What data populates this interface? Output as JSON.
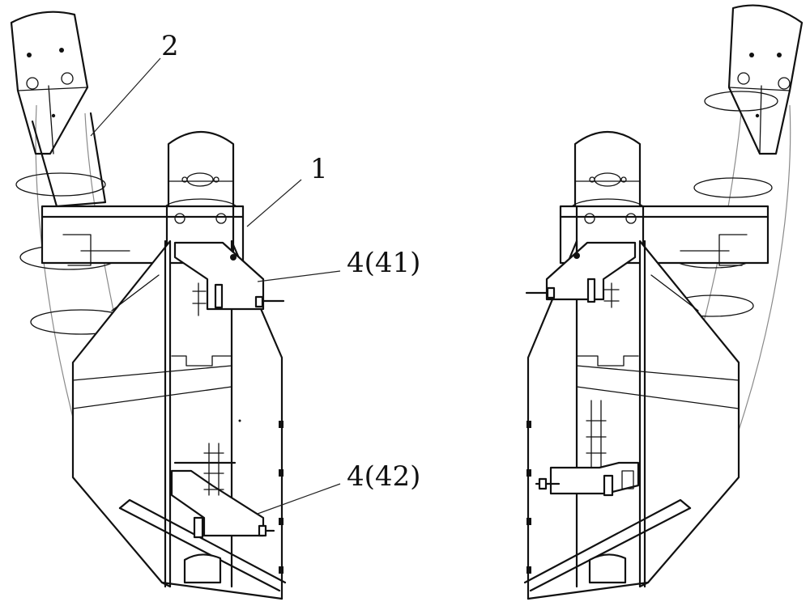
{
  "labels": {
    "label_1": "1",
    "label_2": "2",
    "label_41": "4(41)",
    "label_42": "4(42)"
  }
}
